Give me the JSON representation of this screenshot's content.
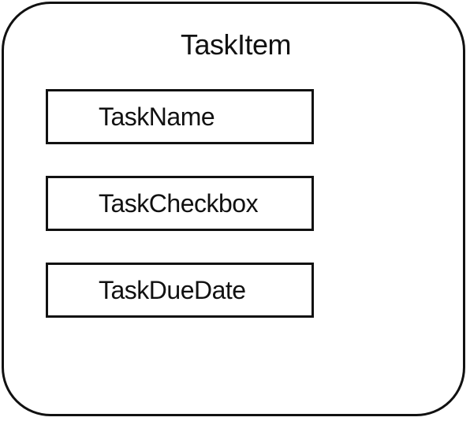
{
  "diagram": {
    "container": {
      "title": "TaskItem"
    },
    "children": [
      {
        "label": "TaskName"
      },
      {
        "label": "TaskCheckbox"
      },
      {
        "label": "TaskDueDate"
      }
    ]
  }
}
